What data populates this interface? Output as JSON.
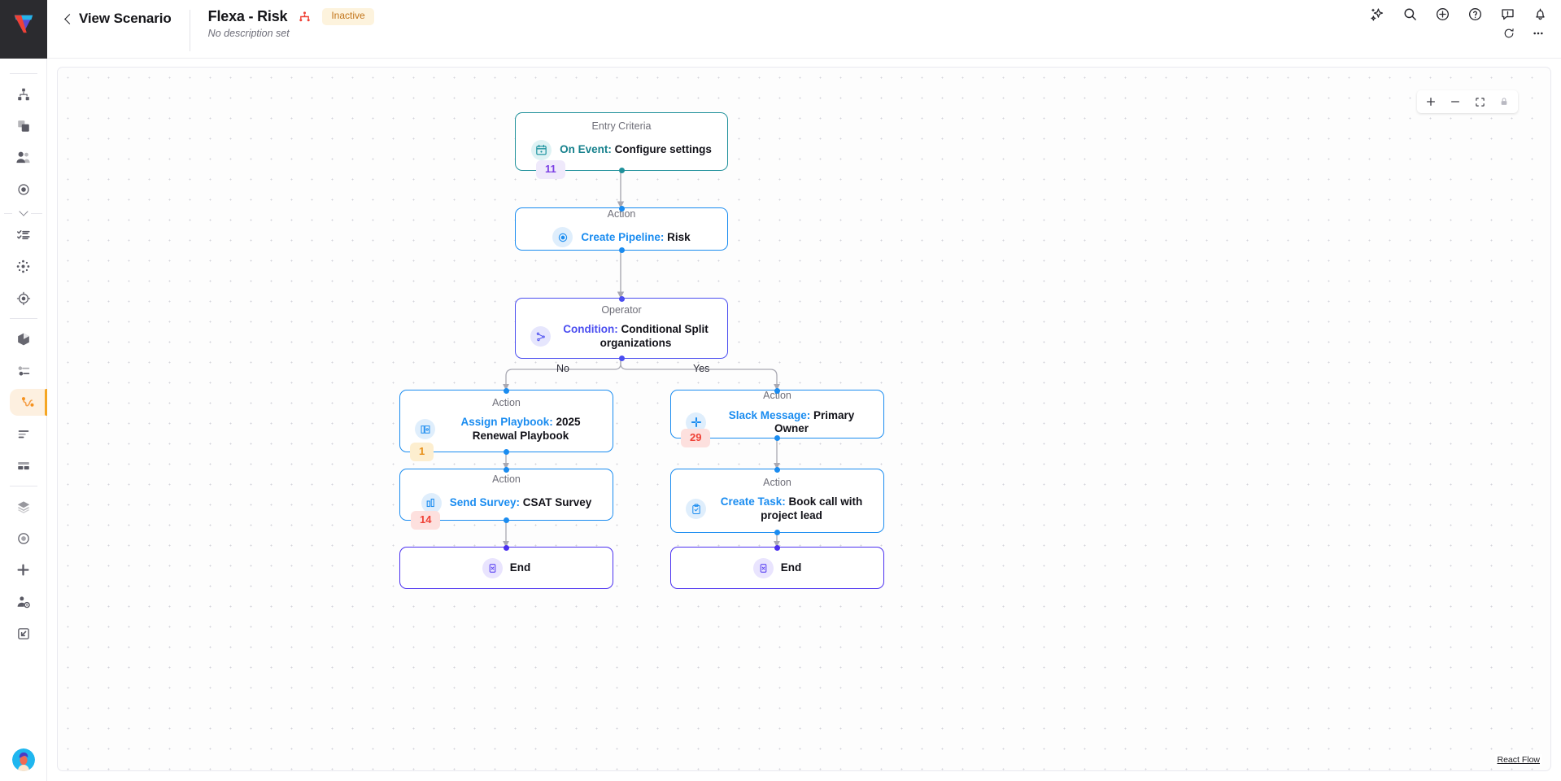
{
  "app": {
    "logo_name": "vitally-logo",
    "avatar_name": "user-avatar"
  },
  "header": {
    "back_label": "View Scenario",
    "title": "Flexa - Risk",
    "subtitle": "No description set",
    "status": "Inactive",
    "status_bg": "#fdf3dd",
    "status_fg": "#c2751a",
    "share_icon": "share-nodes-icon",
    "actions_row1": [
      {
        "name": "ai-sparkle-icon",
        "label": "AI Assistant"
      },
      {
        "name": "search-icon",
        "label": "Search"
      },
      {
        "name": "plus-circle-icon",
        "label": "Create"
      },
      {
        "name": "help-circle-icon",
        "label": "Help"
      },
      {
        "name": "announcement-icon",
        "label": "Announcements"
      },
      {
        "name": "bell-icon",
        "label": "Notifications"
      }
    ],
    "actions_row2": [
      {
        "name": "refresh-icon",
        "label": "Refresh"
      },
      {
        "name": "more-horizontal-icon",
        "label": "More options"
      }
    ]
  },
  "sidebar": {
    "groups": [
      {
        "items": [
          {
            "name": "sidebar-item-hierarchy",
            "icon": "org-chart-icon",
            "active": false
          },
          {
            "name": "sidebar-item-accounts",
            "icon": "copy-squares-icon",
            "active": false
          },
          {
            "name": "sidebar-item-users",
            "icon": "people-icon",
            "active": false
          },
          {
            "name": "sidebar-item-target",
            "icon": "radio-dot-icon",
            "active": false
          }
        ]
      },
      {
        "items": [
          {
            "name": "sidebar-item-tasks",
            "icon": "checklist-icon",
            "active": false
          },
          {
            "name": "sidebar-item-network",
            "icon": "nodes-scatter-icon",
            "active": false
          },
          {
            "name": "sidebar-item-goals",
            "icon": "crosshair-icon",
            "active": false
          }
        ]
      },
      {
        "items": [
          {
            "name": "sidebar-item-products",
            "icon": "cube-icon",
            "active": false
          },
          {
            "name": "sidebar-item-filters",
            "icon": "sliders-icon",
            "active": false
          },
          {
            "name": "sidebar-item-playbooks",
            "icon": "flow-curve-icon",
            "active": true
          },
          {
            "name": "sidebar-item-notes",
            "icon": "text-lines-icon",
            "active": false
          },
          {
            "name": "sidebar-item-dashboards",
            "icon": "layout-blocks-icon",
            "active": false
          }
        ]
      },
      {
        "items": [
          {
            "name": "sidebar-item-layers",
            "icon": "layers-icon",
            "active": false
          },
          {
            "name": "sidebar-item-segments",
            "icon": "circle-dot-icon",
            "active": false
          },
          {
            "name": "sidebar-item-add",
            "icon": "plus-icon",
            "active": false
          },
          {
            "name": "sidebar-item-admin",
            "icon": "user-gear-icon",
            "active": false
          },
          {
            "name": "sidebar-item-expand",
            "icon": "expand-arrow-icon",
            "active": false
          }
        ]
      }
    ]
  },
  "canvas": {
    "zoom_controls": [
      {
        "name": "zoom-in-button",
        "icon": "plus-icon"
      },
      {
        "name": "zoom-out-button",
        "icon": "minus-icon"
      },
      {
        "name": "fit-view-button",
        "icon": "fit-screen-icon"
      },
      {
        "name": "lock-button",
        "icon": "lock-icon"
      }
    ],
    "attribution": "React Flow"
  },
  "flow": {
    "nodes": [
      {
        "id": "entry",
        "kind": "Entry Criteria",
        "lead": "On Event:",
        "value": " Configure settings",
        "icon": "calendar-event-icon",
        "badge": "11"
      },
      {
        "id": "create-pipeline",
        "kind": "Action",
        "lead": "Create Pipeline:",
        "value": " Risk",
        "icon": "radio-selected-icon",
        "badge": ""
      },
      {
        "id": "condition",
        "kind": "Operator",
        "lead": "Condition:",
        "value": " Conditional Split organizations",
        "icon": "branch-split-icon",
        "badge": ""
      },
      {
        "id": "assign-playbook",
        "kind": "Action",
        "lead": "Assign Playbook:",
        "value": " 2025 Renewal Playbook",
        "icon": "playbook-book-icon",
        "badge": "1"
      },
      {
        "id": "slack-message",
        "kind": "Action",
        "lead": "Slack Message:",
        "value": " Primary Owner",
        "icon": "slack-icon",
        "badge": "29"
      },
      {
        "id": "send-survey",
        "kind": "Action",
        "lead": "Send Survey:",
        "value": " CSAT Survey",
        "icon": "bar-chart-icon",
        "badge": "14"
      },
      {
        "id": "create-task",
        "kind": "Action",
        "lead": "Create Task:",
        "value": " Book call with project lead",
        "icon": "clipboard-check-icon",
        "badge": ""
      },
      {
        "id": "end-left",
        "kind": "",
        "lead": "",
        "value": "End",
        "icon": "end-x-icon",
        "badge": ""
      },
      {
        "id": "end-right",
        "kind": "",
        "lead": "",
        "value": "End",
        "icon": "end-x-icon",
        "badge": ""
      }
    ],
    "edge_labels": {
      "no": "No",
      "yes": "Yes"
    },
    "colors": {
      "entry": "#20919b",
      "action": "#1a8cf0",
      "operator": "#4b4ef0",
      "end": "#4b30f0",
      "edge": "#a8a8b2",
      "badge_purple": "#7b3fe4",
      "badge_orange": "#e8901a",
      "badge_red": "#ef4136"
    }
  }
}
